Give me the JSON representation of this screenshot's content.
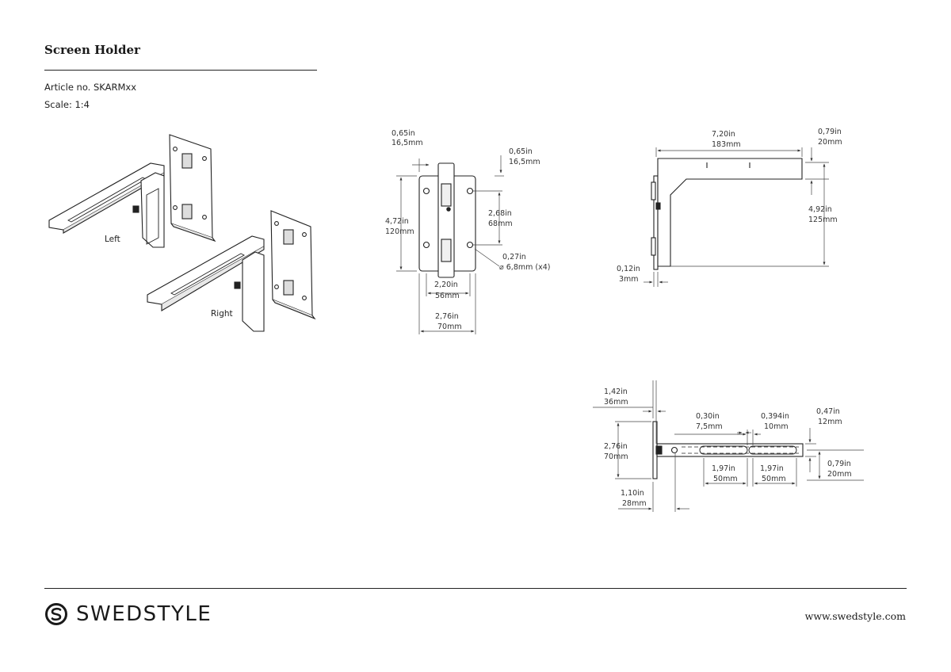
{
  "header": {
    "title": "Screen Holder",
    "article": "Article no. SKARMxx",
    "scale": "Scale: 1:4"
  },
  "iso_views": {
    "left_label": "Left",
    "right_label": "Right"
  },
  "front_view": {
    "top_offset_left": {
      "inch": "0,65in",
      "mm": "16,5mm"
    },
    "top_offset_right": {
      "inch": "0,65in",
      "mm": "16,5mm"
    },
    "height": {
      "inch": "4,72in",
      "mm": "120mm"
    },
    "hole_spacing_v": {
      "inch": "2,68in",
      "mm": "68mm"
    },
    "hole_dia": {
      "inch": "0,27in",
      "mm": "6,8mm (x4)"
    },
    "hole_spacing_h": {
      "inch": "2,20in",
      "mm": "56mm"
    },
    "width": {
      "inch": "2,76in",
      "mm": "70mm"
    }
  },
  "side_view": {
    "length": {
      "inch": "7,20in",
      "mm": "183mm"
    },
    "end_height": {
      "inch": "0,79in",
      "mm": "20mm"
    },
    "arm_drop": {
      "inch": "4,92in",
      "mm": "125mm"
    },
    "thickness": {
      "inch": "0,12in",
      "mm": "3mm"
    }
  },
  "top_view": {
    "plate_offset": {
      "inch": "1,42in",
      "mm": "36mm"
    },
    "plate_width": {
      "inch": "2,76in",
      "mm": "70mm"
    },
    "clearance": {
      "inch": "1,10in",
      "mm": "28mm"
    },
    "slot_offset": {
      "inch": "0,30in",
      "mm": "7,5mm"
    },
    "slot_gap": {
      "inch": "0,394in",
      "mm": "10mm"
    },
    "end_width": {
      "inch": "0,47in",
      "mm": "12mm"
    },
    "depth": {
      "inch": "0,79in",
      "mm": "20mm"
    },
    "slot1": {
      "inch": "1,97in",
      "mm": "50mm"
    },
    "slot2": {
      "inch": "1,97in",
      "mm": "50mm"
    }
  },
  "footer": {
    "brand": "SWEDSTYLE",
    "url": "www.swedstyle.com"
  },
  "colors": {
    "ink": "#1a1a1a",
    "dim": "#333333",
    "background": "#ffffff"
  }
}
